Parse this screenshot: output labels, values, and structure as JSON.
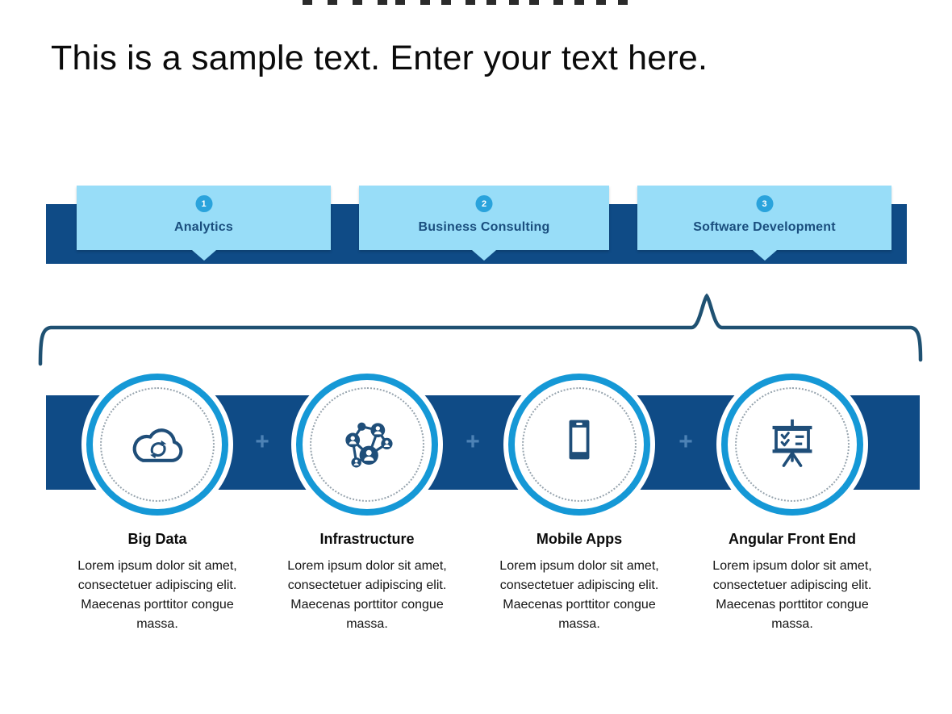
{
  "title": "This is a sample text. Enter your text here.",
  "watermark": {
    "marks_x": [
      375,
      406,
      437,
      468,
      490,
      521,
      547,
      577,
      603,
      631,
      656,
      686,
      712,
      739,
      766
    ]
  },
  "tabs": [
    {
      "number": "1",
      "label": "Analytics"
    },
    {
      "number": "2",
      "label": "Business Consulting"
    },
    {
      "number": "3",
      "label": "Software Development"
    }
  ],
  "separators": {
    "plus": "+"
  },
  "features": [
    {
      "icon": "cloud-sync-icon",
      "title": "Big Data",
      "description": "Lorem ipsum dolor sit amet, consectetuer adipiscing elit. Maecenas porttitor congue massa."
    },
    {
      "icon": "network-people-icon",
      "title": "Infrastructure",
      "description": "Lorem ipsum dolor sit amet, consectetuer adipiscing elit. Maecenas porttitor congue massa."
    },
    {
      "icon": "smartphone-icon",
      "title": "Mobile Apps",
      "description": "Lorem ipsum dolor sit amet, consectetuer adipiscing elit. Maecenas porttitor congue massa."
    },
    {
      "icon": "presentation-board-icon",
      "title": "Angular Front End",
      "description": "Lorem ipsum dolor sit amet, consectetuer adipiscing elit. Maecenas porttitor congue massa."
    }
  ],
  "colors": {
    "navy_band": "#0F4B86",
    "tab_fill": "#98DDF8",
    "badge_blue": "#2AA3DC",
    "tab_label_navy": "#1A4E7E",
    "circle_ring_blue": "#1598D6",
    "icon_navy": "#1F4E79",
    "brace_blue": "#1F5172",
    "plus_blue": "#4D82B5",
    "dot_ring_gray": "#97A4AE"
  }
}
